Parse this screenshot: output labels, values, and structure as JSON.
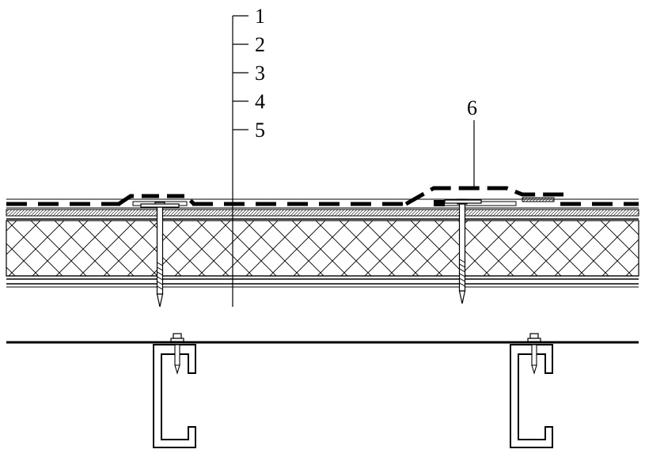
{
  "colors": {
    "ink": "#000000",
    "paper": "#ffffff",
    "insulation_hatch": "#000000",
    "substrate_hatch": "#000000"
  },
  "callouts": {
    "left_group": [
      {
        "label": "1"
      },
      {
        "label": "2"
      },
      {
        "label": "3"
      },
      {
        "label": "4"
      },
      {
        "label": "5"
      }
    ],
    "right_single": {
      "label": "6"
    }
  },
  "icons": {
    "fastener": "screw-fastener-icon",
    "purlin": "c-purlin-icon",
    "insulation": "crosshatch-pattern",
    "washer_plate": "pressure-plate-icon"
  }
}
